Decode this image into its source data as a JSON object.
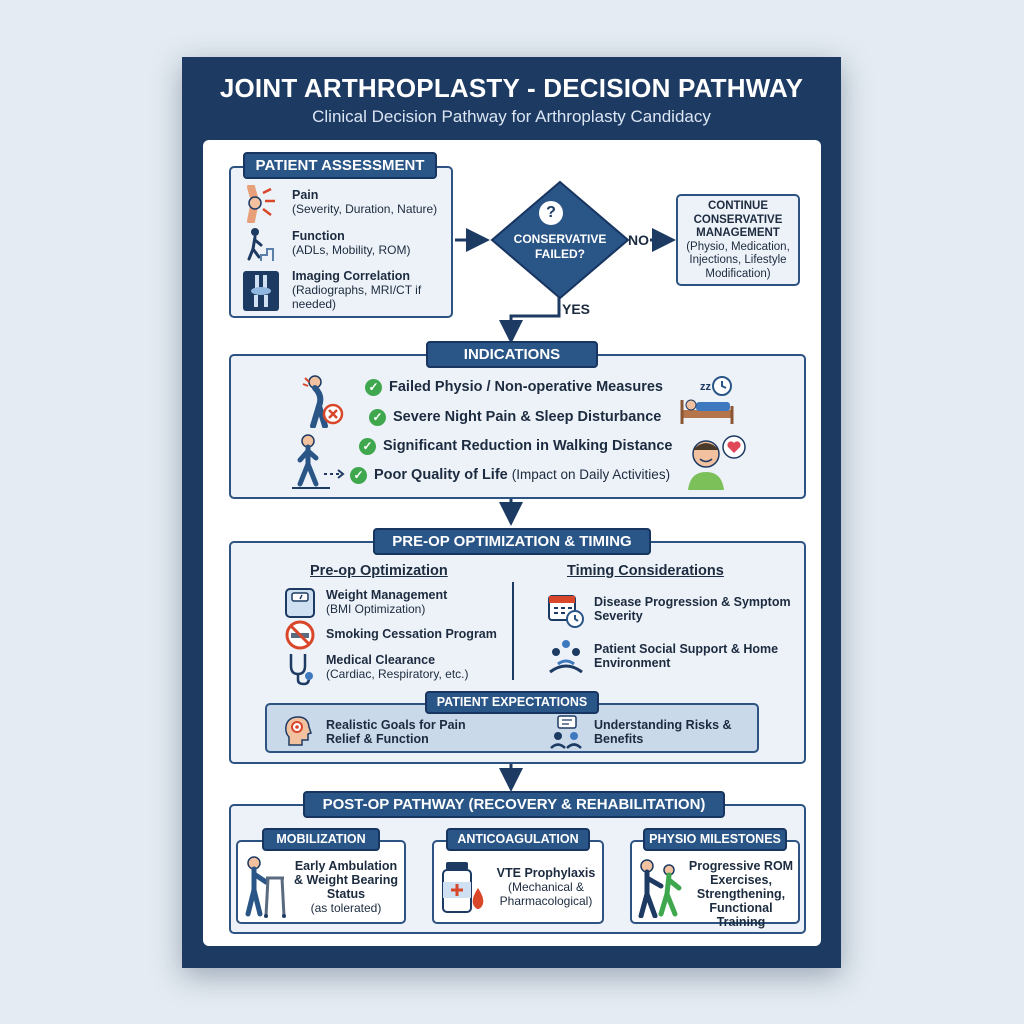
{
  "header": {
    "title": "JOINT ARTHROPLASTY - DECISION PATHWAY",
    "subtitle": "Clinical Decision Pathway for Arthroplasty Candidacy"
  },
  "assessment": {
    "tag": "PATIENT ASSESSMENT",
    "items": [
      {
        "title": "Pain",
        "detail": "(Severity, Duration, Nature)"
      },
      {
        "title": "Function",
        "detail": "(ADLs, Mobility, ROM)"
      },
      {
        "title": "Imaging Correlation",
        "detail": "(Radiographs, MRI/CT if needed)"
      }
    ]
  },
  "decision": {
    "question_mark": "?",
    "text": "CONSERVATIVE FAILED?",
    "no_label": "NO",
    "yes_label": "YES"
  },
  "conservative": {
    "title": "CONTINUE CONSERVATIVE MANAGEMENT",
    "detail": "(Physio, Medication, Injections, Lifestyle Modification)"
  },
  "indications": {
    "tag": "INDICATIONS",
    "items": [
      {
        "text": "Failed Physio / Non-operative Measures",
        "note": ""
      },
      {
        "text": "Severe Night Pain & Sleep Disturbance",
        "note": ""
      },
      {
        "text": "Significant Reduction in Walking Distance",
        "note": ""
      },
      {
        "text": "Poor Quality of Life",
        "note": "(Impact on Daily Activities)"
      }
    ]
  },
  "preop": {
    "tag": "PRE-OP OPTIMIZATION & TIMING",
    "optimization": {
      "heading": "Pre-op Optimization",
      "items": [
        {
          "title": "Weight Management",
          "detail": "(BMI Optimization)"
        },
        {
          "title": "Smoking Cessation Program",
          "detail": ""
        },
        {
          "title": "Medical Clearance",
          "detail": "(Cardiac, Respiratory, etc.)"
        }
      ]
    },
    "timing": {
      "heading": "Timing Considerations",
      "items": [
        {
          "title": "Disease Progression & Symptom Severity"
        },
        {
          "title": "Patient Social Support & Home Environment"
        }
      ]
    },
    "expectations": {
      "tag": "PATIENT EXPECTATIONS",
      "items": [
        {
          "title": "Realistic Goals for Pain Relief & Function"
        },
        {
          "title": "Understanding Risks & Benefits"
        }
      ]
    }
  },
  "postop": {
    "tag": "POST-OP PATHWAY (RECOVERY & REHABILITATION)",
    "mobilization": {
      "tag": "MOBILIZATION",
      "title": "Early Ambulation & Weight Bearing Status",
      "detail": "(as tolerated)"
    },
    "anticoagulation": {
      "tag": "ANTICOAGULATION",
      "title": "VTE Prophylaxis",
      "detail": "(Mechanical & Pharmacological)"
    },
    "physio": {
      "tag": "PHYSIO MILESTONES",
      "title": "Progressive ROM Exercises, Strengthening, Functional Training"
    }
  },
  "colors": {
    "navy": "#1d3a63",
    "accent": "#2a5587",
    "check": "#3fa84e"
  }
}
